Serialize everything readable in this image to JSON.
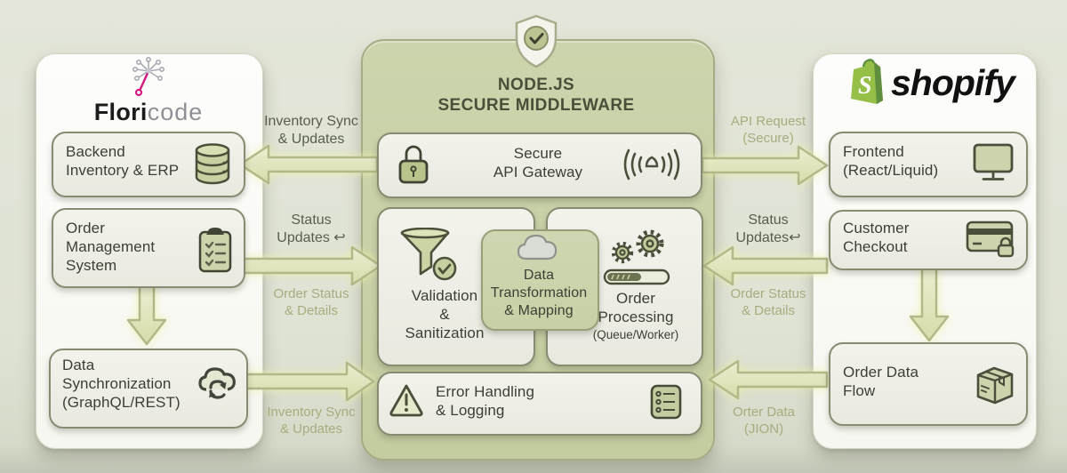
{
  "colors": {
    "background": "#dfe3d4",
    "panel_white": "#fdfdfb",
    "panel_green": "#c8d0a8",
    "box_fill": "#f0f0e9",
    "box_border": "#878b72",
    "arrow_fill": "#e4e8c8",
    "arrow_border": "#b2b887",
    "text_dark": "#3b4034",
    "label_dark": "#585d4f",
    "label_light": "#a7ac7f",
    "shopify_green": "#95bf47",
    "shopify_green_dark": "#5e8e3e",
    "floricode_pink": "#d6197f"
  },
  "middleware": {
    "title_line1": "NODE.JS",
    "title_line2": "SECURE MIDDLEWARE",
    "gateway": "Secure\nAPI Gateway",
    "validation": "Validation\n&\nSanitization",
    "transformation": "Data\nTransformation\n& Mapping",
    "order_processing": "Order\nProcessing",
    "order_processing_sub": "(Queue/Worker)",
    "error_handling": "Error Handling\n& Logging"
  },
  "floricode": {
    "brand_bold": "Flori",
    "brand_light": "code",
    "backend": "Backend\nInventory & ERP",
    "oms": "Order\nManagement\nSystem",
    "sync": "Data\nSynchronization\n(GraphQL/REST)"
  },
  "shopify": {
    "brand": "shopify",
    "frontend": "Frontend\n(React/Liquid)",
    "checkout": "Customer\nCheckout",
    "order_flow": "Order Data\nFlow"
  },
  "flow_labels": {
    "inventory_sync_top": "Inventory Sync\n& Updates",
    "status_updates_left": "Status\nUpdates ↩",
    "order_status_left": "Order Status\n& Details",
    "inventory_sync_bottom": "Inventory Sync\n& Updates",
    "api_request": "API Request\n(Secure)",
    "status_updates_right": "Status\nUpdates↩",
    "order_status_right": "Order Status\n& Details",
    "order_data": "Orter Data\n(JION)"
  }
}
